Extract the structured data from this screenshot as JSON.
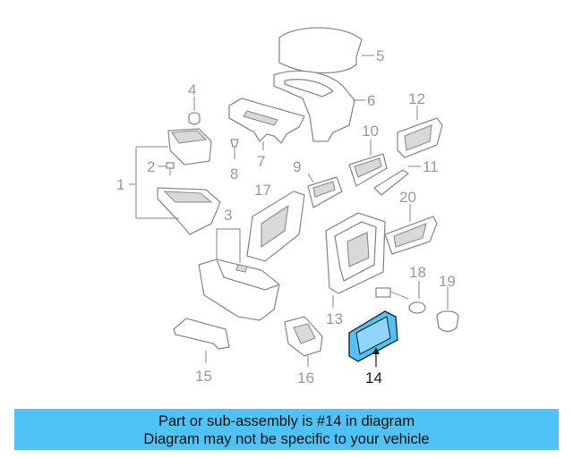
{
  "callouts": {
    "n1": "1",
    "n2": "2",
    "n3": "3",
    "n4": "4",
    "n5": "5",
    "n6": "6",
    "n7": "7",
    "n8": "8",
    "n9": "9",
    "n10": "10",
    "n11": "11",
    "n12": "12",
    "n13": "13",
    "n14": "14",
    "n15": "15",
    "n16": "16",
    "n17": "17",
    "n18": "18",
    "n19": "19",
    "n20": "20"
  },
  "highlight_color": "#4fc3f7",
  "caption": {
    "line1": "Part or sub-assembly is #14 in diagram",
    "line2": "Diagram may not be specific to your vehicle"
  }
}
